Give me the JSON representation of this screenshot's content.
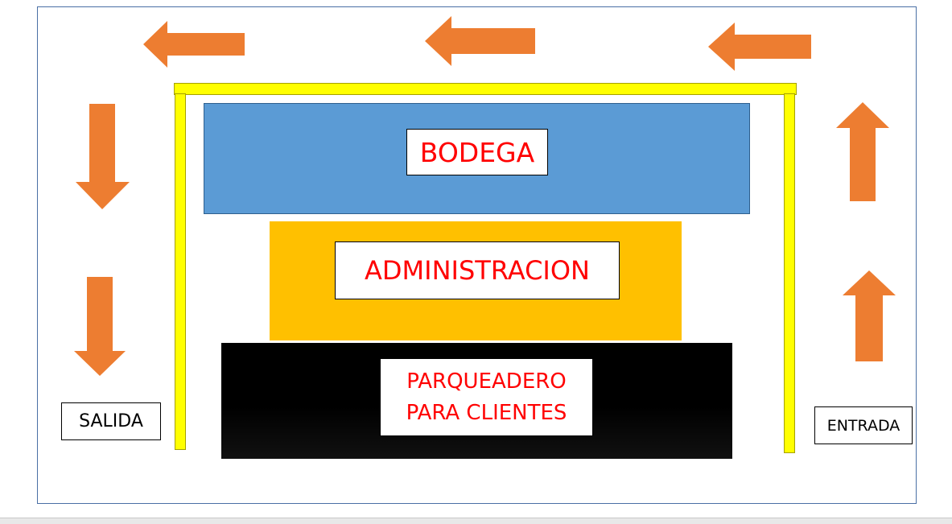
{
  "diagram": {
    "bodega_label": "BODEGA",
    "admin_label": "ADMINISTRACION",
    "parking_label_line1": "PARQUEADERO",
    "parking_label_line2": "PARA CLIENTES",
    "exit_label": "SALIDA",
    "entrance_label": "ENTRADA"
  },
  "colors": {
    "arrow": "#ed7d31",
    "rail": "#ffff00",
    "bodega": "#5b9bd5",
    "admin": "#ffc000",
    "parking": "#000000",
    "label_text": "#ff0000"
  },
  "arrows": [
    {
      "name": "top-arrow-left-1",
      "direction": "left"
    },
    {
      "name": "top-arrow-left-2",
      "direction": "left"
    },
    {
      "name": "top-arrow-left-3",
      "direction": "left"
    },
    {
      "name": "left-arrow-down-1",
      "direction": "down"
    },
    {
      "name": "left-arrow-down-2",
      "direction": "down"
    },
    {
      "name": "right-arrow-up-1",
      "direction": "up"
    },
    {
      "name": "right-arrow-up-2",
      "direction": "up"
    }
  ]
}
